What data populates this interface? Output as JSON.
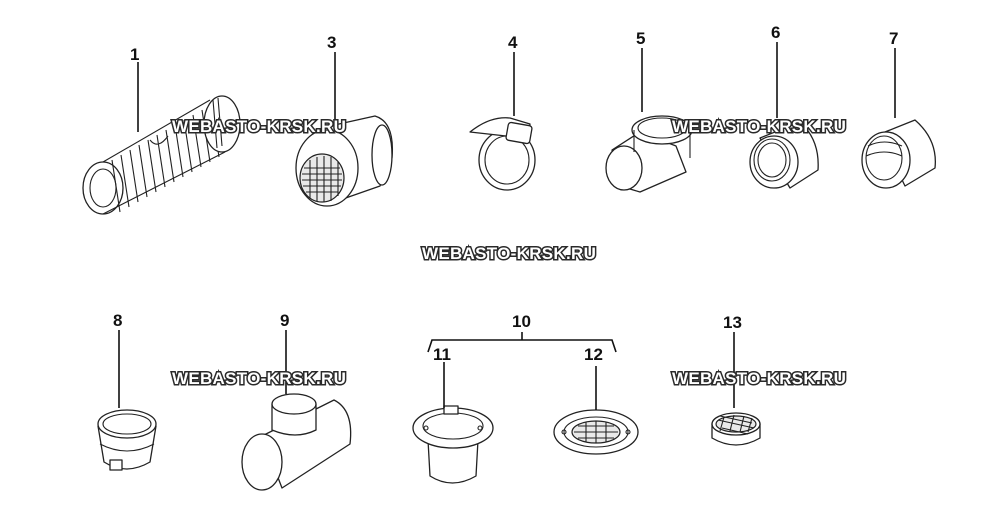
{
  "callouts": {
    "n1": "1",
    "n3": "3",
    "n4": "4",
    "n5": "5",
    "n6": "6",
    "n7": "7",
    "n8": "8",
    "n9": "9",
    "n10": "10",
    "n11": "11",
    "n12": "12",
    "n13": "13"
  },
  "watermarks": {
    "w1": "WEBASTO-KRSK.RU",
    "w2": "WEBASTO-KRSK.RU",
    "w3": "WEBASTO-KRSK.RU",
    "w4": "WEBASTO-KRSK.RU",
    "w5": "WEBASTO-KRSK.RU"
  }
}
